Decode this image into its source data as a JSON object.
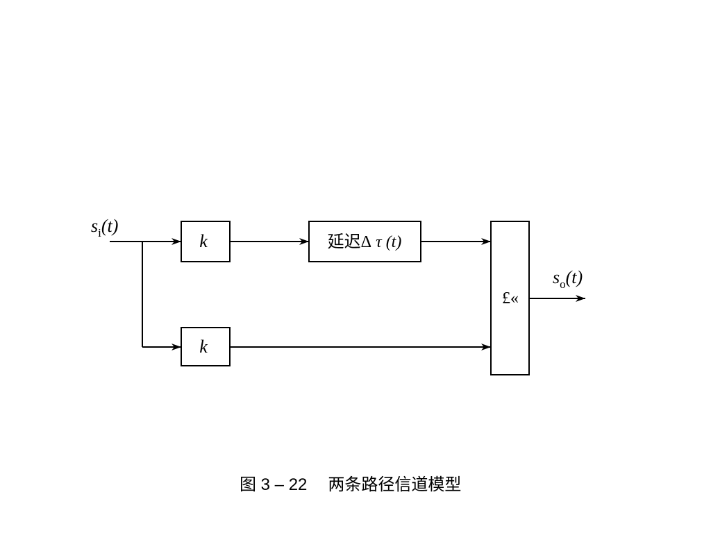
{
  "input_signal": {
    "main": "s",
    "subscript": "i",
    "arg": "(t)"
  },
  "output_signal": {
    "main": "s",
    "subscript": "o",
    "arg": "(t)"
  },
  "gain_top": "k",
  "gain_bottom": "k",
  "delay_block": {
    "prefix": "延迟Δ",
    "symbol": "τ",
    "arg": "(t)"
  },
  "sum_block": "£«",
  "caption": {
    "figure_number": "图 3 – 22",
    "title": "两条路径信道模型"
  }
}
